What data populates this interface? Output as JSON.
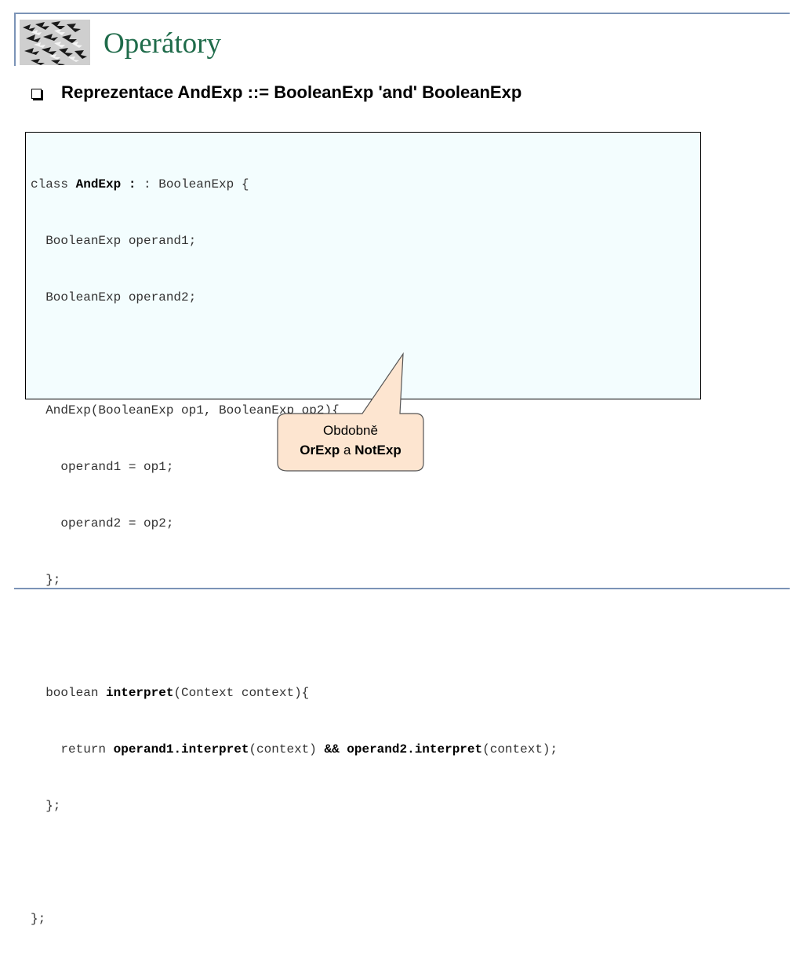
{
  "slide": {
    "title": "Operátory",
    "bullet": "Reprezentace AndExp ::= BooleanExp 'and' BooleanExp"
  },
  "code": {
    "l1": {
      "a": "class ",
      "b": "AndExp",
      "c": " : BooleanExp {"
    },
    "l2": "  BooleanExp operand1;",
    "l3": "  BooleanExp operand2;",
    "l5": "  AndExp(BooleanExp op1, BooleanExp op2){",
    "l6": "    operand1 = op1;",
    "l7": "    operand2 = op2;",
    "l8": "  };",
    "l10": {
      "a": "  boolean ",
      "b": "interpret",
      "c": "(Context context){"
    },
    "l11": {
      "a": "    return ",
      "b": "operand1.interpret",
      "c": "(context) ",
      "d": "&& operand2.interpret",
      "e": "(context);"
    },
    "l12": "  };",
    "l14": "};"
  },
  "callout": {
    "line1": "Obdobně",
    "or_exp": "OrExp",
    "conj": " a ",
    "not_exp": "NotExp"
  },
  "colors": {
    "title": "#1f6b4a",
    "frame": "#7b93b7",
    "code_bg": "#f3fdfe",
    "callout_bg": "#fde5d0",
    "callout_border": "#555555"
  }
}
